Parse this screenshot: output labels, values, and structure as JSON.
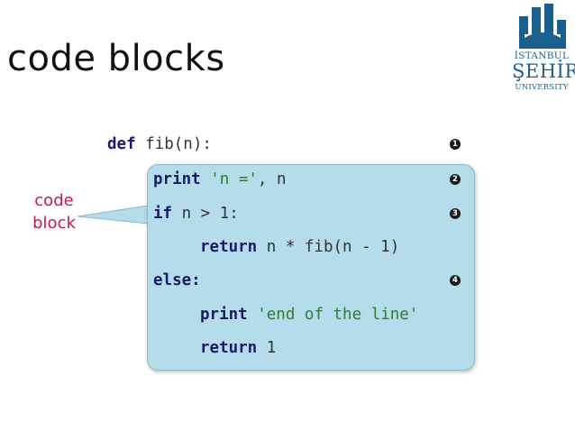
{
  "slide": {
    "title": "code blocks"
  },
  "logo": {
    "line1": "İSTANBUL",
    "line2": "ŞEHİR",
    "line3": "UNIVERSITY",
    "color": "#1b5f8f"
  },
  "callout": {
    "line1": "code",
    "line2": "block",
    "color": "#c2185b"
  },
  "code": {
    "header": {
      "kw": "def",
      "rest": " fib(n):",
      "badge": "1"
    },
    "lines": [
      {
        "kw": "print",
        "str": "'n ='",
        "rest": ", n",
        "badge": "2"
      },
      {
        "kw": "if",
        "rest": " n > 1:",
        "badge": "3"
      },
      {
        "kw": "return",
        "rest": " n * fib(n - 1)"
      },
      {
        "kw": "else:",
        "badge": "4"
      },
      {
        "kw": "print",
        "str": "'end of the line'"
      },
      {
        "kw": "return",
        "rest": " 1"
      }
    ],
    "block_color": "#b4dcea"
  }
}
